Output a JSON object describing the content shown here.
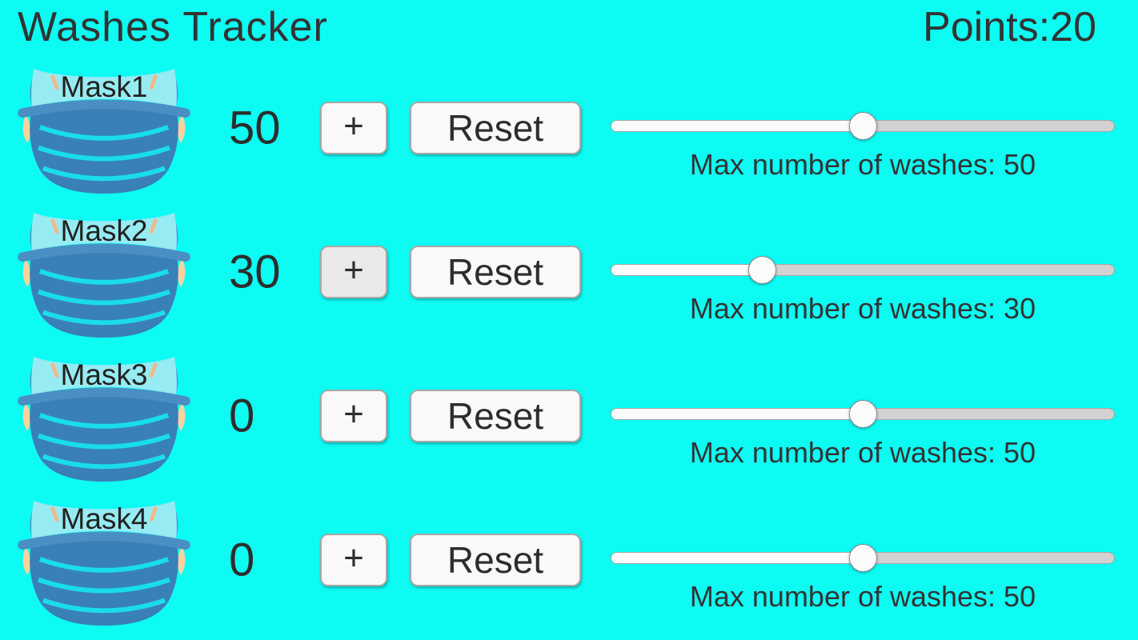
{
  "app": {
    "title": "Washes Tracker",
    "points_label": "Points:",
    "points_value": "20"
  },
  "buttons": {
    "increment_label": "+",
    "reset_label": "Reset"
  },
  "colors": {
    "background": "#0cfcf4",
    "text": "#333333",
    "mask_body": "#3a80b8",
    "mask_band": "#4a8fc4",
    "mask_pleat": "#19dcec",
    "mask_top_panel": "#97ebf2",
    "mask_tie": "#f8d2a2",
    "button_background": "#f9f9f9",
    "button_pressed": "#e9e9e9",
    "slider_track": "#d2d2d2",
    "slider_fill": "#fbfbfb"
  },
  "rows": [
    {
      "name": "Mask1",
      "count": "50",
      "slider_value": 50,
      "max_washes_label": "Max number of washes: 50",
      "plus_state": "normal"
    },
    {
      "name": "Mask2",
      "count": "30",
      "slider_value": 30,
      "max_washes_label": "Max number of washes: 30",
      "plus_state": "pressed"
    },
    {
      "name": "Mask3",
      "count": "0",
      "slider_value": 50,
      "max_washes_label": "Max number of washes: 50",
      "plus_state": "normal"
    },
    {
      "name": "Mask4",
      "count": "0",
      "slider_value": 50,
      "max_washes_label": "Max number of washes: 50",
      "plus_state": "normal"
    }
  ]
}
